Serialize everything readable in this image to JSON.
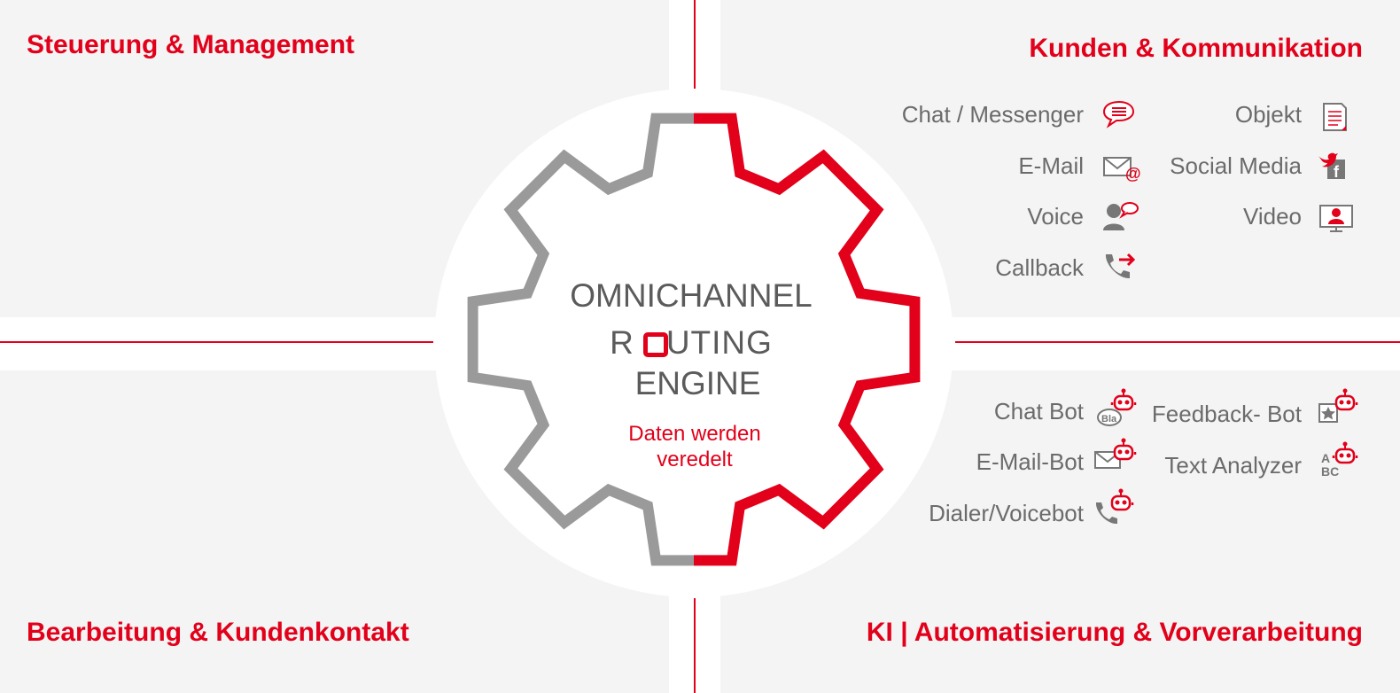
{
  "quadrants": {
    "top_left": {
      "title": "Steuerung & Management"
    },
    "top_right": {
      "title": "Kunden & Kommunikation",
      "items": [
        {
          "label": "Chat / Messenger",
          "icon": "chat-bubble-icon"
        },
        {
          "label": "E-Mail",
          "icon": "email-at-icon"
        },
        {
          "label": "Voice",
          "icon": "voice-person-icon"
        },
        {
          "label": "Callback",
          "icon": "callback-phone-icon"
        },
        {
          "label": "Objekt",
          "icon": "document-icon"
        },
        {
          "label": "Social Media",
          "icon": "social-media-icon"
        },
        {
          "label": "Video",
          "icon": "video-monitor-icon"
        }
      ]
    },
    "bottom_left": {
      "title": "Bearbeitung & Kundenkontakt"
    },
    "bottom_right": {
      "title": "KI | Automatisierung & Vorverarbeitung",
      "items": [
        {
          "label": "Chat Bot",
          "icon": "chatbot-icon"
        },
        {
          "label": "E-Mail-Bot",
          "icon": "email-bot-icon"
        },
        {
          "label": "Dialer/Voicebot",
          "icon": "dialer-bot-icon"
        },
        {
          "label": "Feedback- Bot",
          "icon": "feedback-bot-icon"
        },
        {
          "label": "Text Analyzer",
          "icon": "text-analyzer-icon"
        }
      ]
    }
  },
  "center": {
    "line1": "OMNICHANNEL",
    "line2_prefix": "R",
    "line2_suffix": "UTING",
    "line3": "ENGINE",
    "subtitle_line1": "Daten werden",
    "subtitle_line2": "veredelt"
  },
  "colors": {
    "accent": "#e2001a",
    "gray_text": "#6b6b6b",
    "gear_gray": "#9a9a9a",
    "panel_bg": "#f4f4f4"
  }
}
